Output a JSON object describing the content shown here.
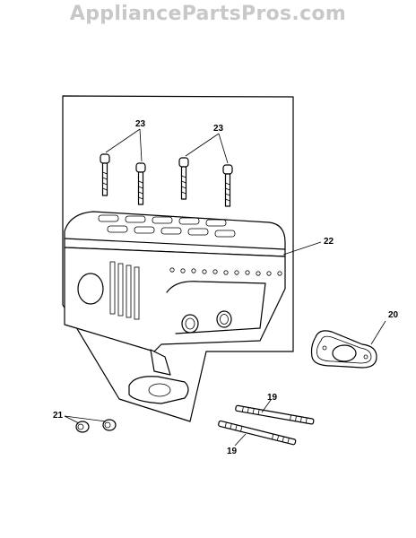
{
  "watermark": "AppliancePartsPros.com",
  "callouts": {
    "bolts": "23",
    "bolts_right": "23",
    "muffler": "22",
    "gasket": "20",
    "nuts": "21",
    "stud_top": "19",
    "stud_bottom": "19"
  }
}
